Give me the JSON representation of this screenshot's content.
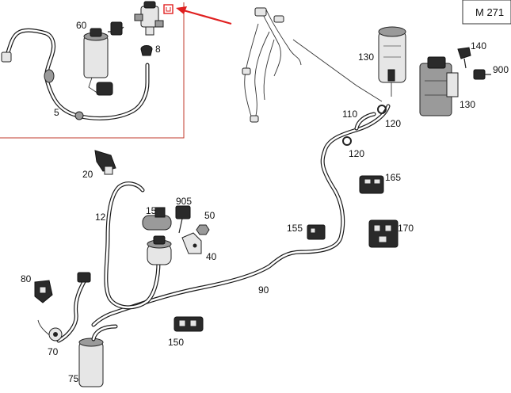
{
  "badge": {
    "model_code": "M 271"
  },
  "callouts": {
    "c5": "5",
    "c8": "8",
    "c12": "12",
    "c15": "15",
    "c20": "20",
    "c40": "40",
    "c50": "50",
    "c60": "60",
    "c70": "70",
    "c75": "75",
    "c80": "80",
    "c90": "90",
    "c110": "110",
    "c120a": "120",
    "c120b": "120",
    "c130a": "130",
    "c130b": "130",
    "c140": "140",
    "c150": "150",
    "c155": "155",
    "c165": "165",
    "c170": "170",
    "c900": "900",
    "c905": "905"
  },
  "colors": {
    "detail_frame": "#c0392b",
    "highlight_arrow": "#e02020",
    "line_art": "#222222",
    "badge_border": "#333333"
  }
}
